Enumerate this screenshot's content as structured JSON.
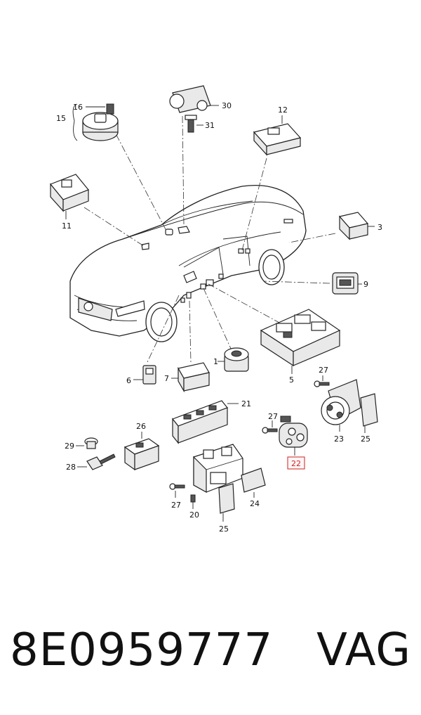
{
  "callouts": {
    "c1": "1",
    "c3": "3",
    "c5": "5",
    "c6": "6",
    "c7": "7",
    "c9": "9",
    "c11": "11",
    "c12": "12",
    "c15": "15",
    "c16": "16",
    "c20": "20",
    "c21": "21",
    "c22": "22",
    "c23": "23",
    "c24": "24",
    "c25a": "25",
    "c25b": "25",
    "c26": "26",
    "c27a": "27",
    "c27b": "27",
    "c27c": "27",
    "c28": "28",
    "c29": "29",
    "c30": "30",
    "c31": "31"
  },
  "highlight_color": "#cc2222",
  "footer": {
    "part_number": "8E0959777",
    "brand": "VAG"
  }
}
